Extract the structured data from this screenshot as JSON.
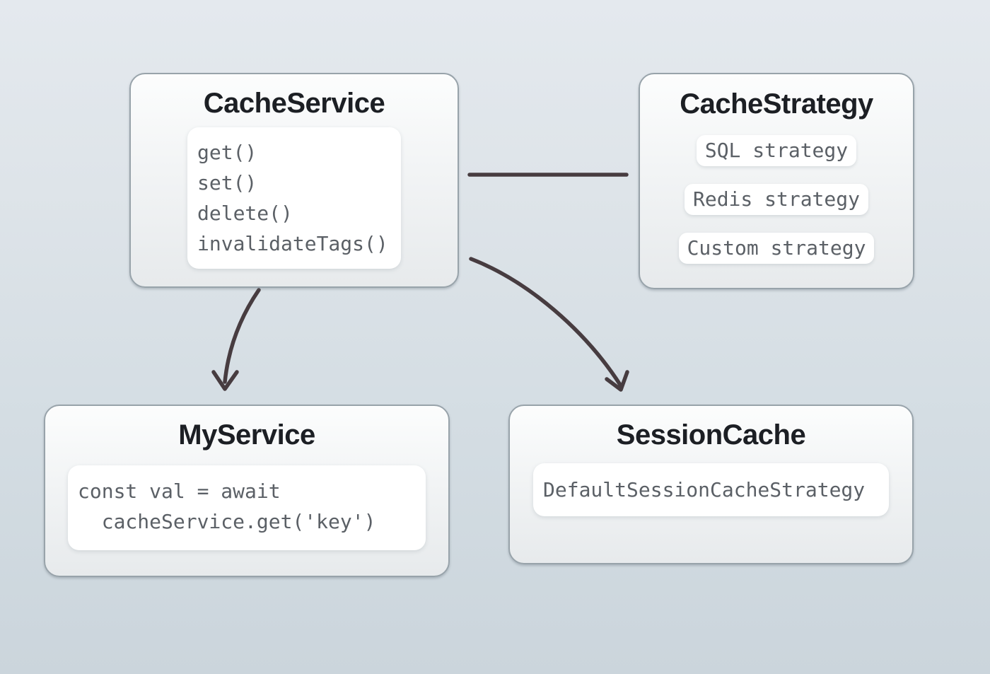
{
  "diagram": {
    "nodes": {
      "cache_service": {
        "title": "CacheService",
        "methods": [
          "get()",
          "set()",
          "delete()",
          "invalidateTags()"
        ]
      },
      "cache_strategy": {
        "title": "CacheStrategy",
        "strategies": [
          "SQL strategy",
          "Redis strategy",
          "Custom strategy"
        ]
      },
      "my_service": {
        "title": "MyService",
        "code_lines": [
          "const val = await",
          "  cacheService.get('key')"
        ]
      },
      "session_cache": {
        "title": "SessionCache",
        "code": "DefaultSessionCacheStrategy"
      }
    },
    "edges": [
      {
        "from": "CacheService",
        "to": "CacheStrategy",
        "style": "plain-line"
      },
      {
        "from": "CacheService",
        "to": "MyService",
        "style": "curved-arrow"
      },
      {
        "from": "CacheService",
        "to": "SessionCache",
        "style": "curved-arrow"
      }
    ],
    "colors": {
      "arrow": "#473c40",
      "node_border": "#98a3aa",
      "node_bg_top": "#fcfdfd",
      "node_bg_bottom": "#e7eaec",
      "code_bg": "#ffffff",
      "title_text": "#1c1f24",
      "code_text": "#5b6066",
      "canvas_bg_top": "#e4e9ee",
      "canvas_bg_bottom": "#cbd5dc"
    }
  }
}
